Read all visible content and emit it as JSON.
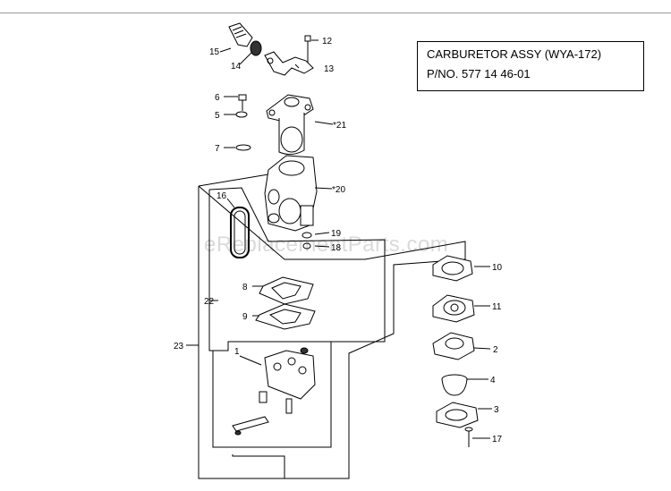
{
  "title": {
    "line1": "CARBURETOR ASSY (WYA-172)",
    "line2": "P/NO. 577 14 46-01"
  },
  "watermark": "eReplacementParts.com",
  "callouts": {
    "c1": "1",
    "c2": "2",
    "c3": "3",
    "c4": "4",
    "c5": "5",
    "c6": "6",
    "c7": "7",
    "c8": "8",
    "c9": "9",
    "c10": "10",
    "c11": "11",
    "c12": "12",
    "c13": "13",
    "c14": "14",
    "c15": "15",
    "c16": "16",
    "c17": "17",
    "c18": "18",
    "c19": "19",
    "c20": "*20",
    "c21": "*21",
    "c22": "22",
    "c23": "23"
  }
}
